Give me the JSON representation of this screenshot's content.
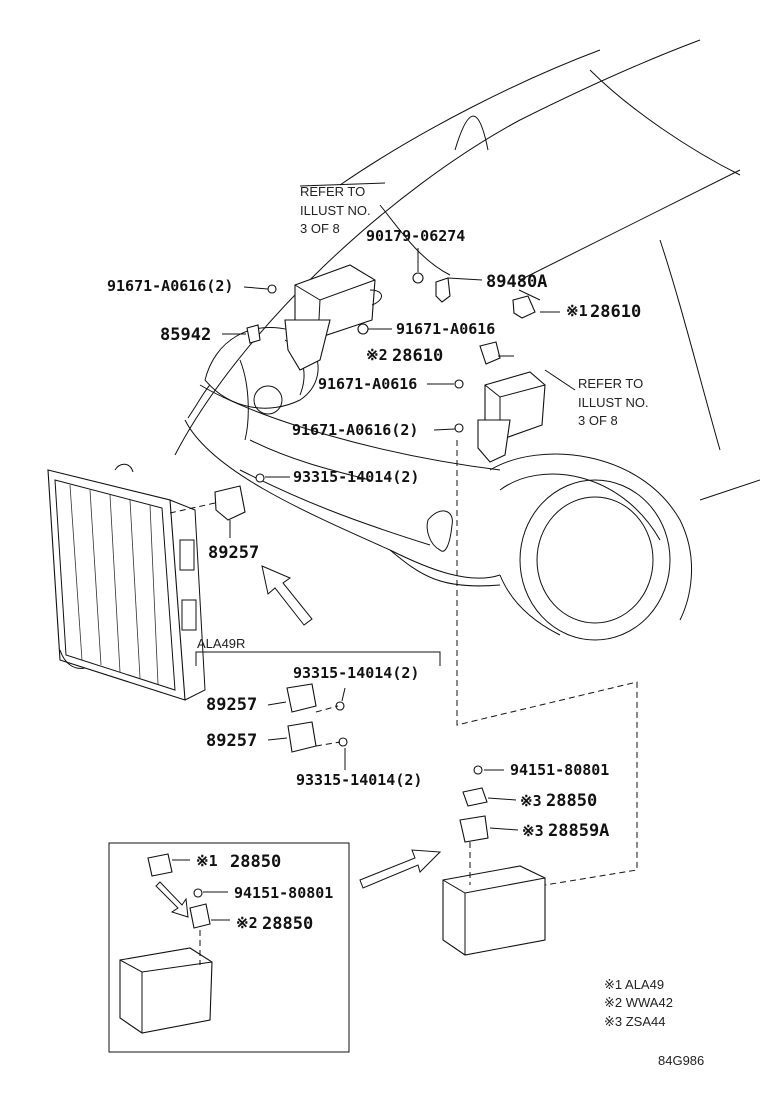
{
  "notes": {
    "refer_top_1": "REFER TO",
    "refer_top_2": "ILLUST NO.",
    "refer_top_3": "3 OF 8",
    "refer_right_1": "REFER TO",
    "refer_right_2": "ILLUST NO.",
    "refer_right_3": "3 OF 8"
  },
  "callouts": {
    "c90179": "90179-06274",
    "c91671_top2": "91671-A0616(2)",
    "c89480a": "89480A",
    "c28610_1": "28610",
    "c85942": "85942",
    "c91671_mid": "91671-A0616",
    "c28610_2": "28610",
    "c91671_low": "91671-A0616",
    "c91671_low2": "91671-A0616(2)",
    "c93315_main": "93315-14014(2)",
    "c89257_main": "89257",
    "group_label": "ALA49R",
    "c93315_g1": "93315-14014(2)",
    "c89257_g1": "89257",
    "c89257_g2": "89257",
    "c93315_g2": "93315-14014(2)",
    "c94151_r": "94151-80801",
    "c28850_r": "28850",
    "c28859a": "28859A",
    "c28850_b1": "28850",
    "c94151_b": "94151-80801",
    "c28850_b2": "28850"
  },
  "marks": {
    "m1": "※1",
    "m2": "※2",
    "m3": "※3"
  },
  "legend": {
    "l1": "※1 ALA49",
    "l2": "※2 WWA42",
    "l3": "※3 ZSA44"
  },
  "figure_code": "84G986"
}
